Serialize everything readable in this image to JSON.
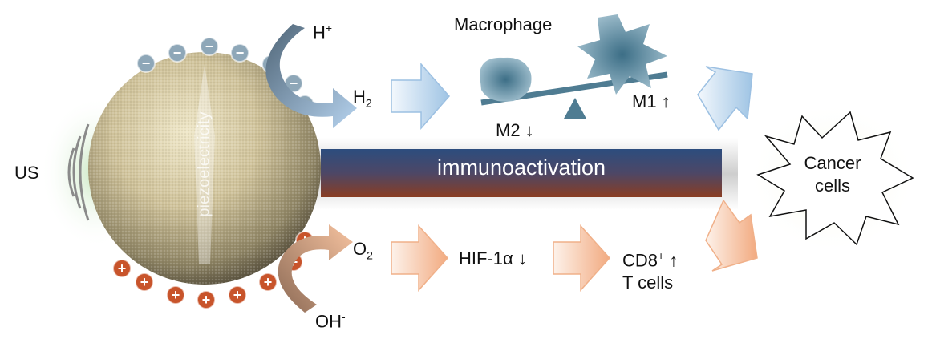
{
  "labels": {
    "us": "US",
    "piezo": "piezoelectricity",
    "h_plus": "H",
    "h_plus_sup": "+",
    "h2": "H",
    "h2_sub": "2",
    "o2": "O",
    "o2_sub": "2",
    "oh_minus": "OH",
    "oh_minus_sup": "-",
    "macrophage": "Macrophage",
    "m1": "M1 ↑",
    "m2": "M2 ↓",
    "immunoactivation": "immunoactivation",
    "hif": "HIF-1α ↓",
    "cd8": "CD8",
    "cd8_sup": "+",
    "cd8_arrow": " ↑",
    "tcells": "T cells",
    "cancer_line1": "Cancer",
    "cancer_line2": "cells"
  },
  "charges": {
    "negative_symbol": "−",
    "positive_symbol": "+",
    "negative_count": 7,
    "positive_count": 8
  },
  "colors": {
    "negative_charge": "#8ea7b8",
    "positive_charge": "#c8542b",
    "blue_arrow": "#a7c8e6",
    "orange_arrow": "#f3b48d",
    "macrophage": "#4f8399",
    "seesaw": "#4f7c92",
    "bar_top": "#2c4d7e",
    "bar_bottom": "#8a3d22"
  }
}
